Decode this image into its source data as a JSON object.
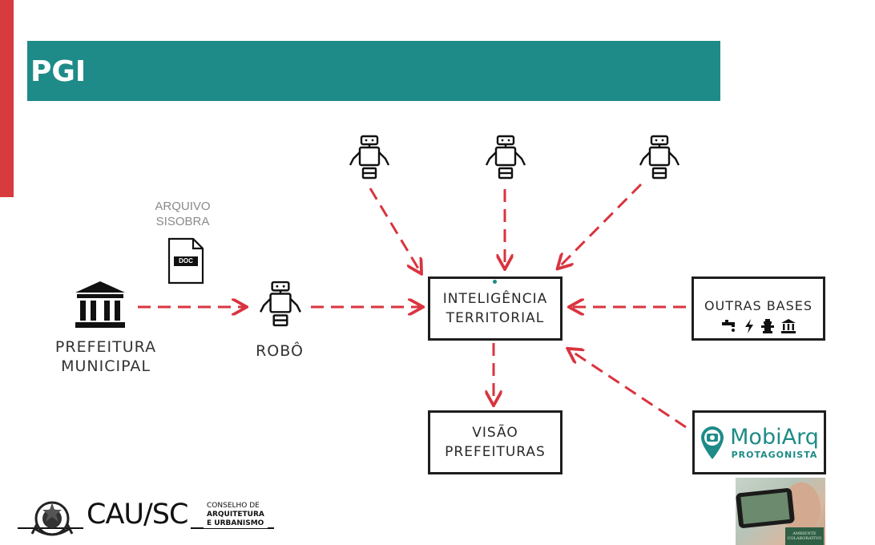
{
  "header": {
    "title": "PGI"
  },
  "file": {
    "label_line1": "ARQUIVO",
    "label_line2": "SISOBRA",
    "icon_text": "DOC"
  },
  "nodes": {
    "prefeitura": {
      "line1": "PREFEITURA",
      "line2": "MUNICIPAL"
    },
    "robo": {
      "label": "ROBÔ"
    },
    "inteligencia": {
      "line1": "INTELIGÊNCIA",
      "line2": "TERRITORIAL"
    },
    "outras": {
      "label": "OUTRAS BASES"
    },
    "visao": {
      "line1": "VISÃO",
      "line2": "PREFEITURAS"
    },
    "mobiarq": {
      "name": "MobiArq",
      "tagline": "PROTAGONISTA"
    }
  },
  "footer": {
    "cau_logo": "CAU/SC",
    "council_line1": "CONSELHO DE",
    "council_line2": "ARQUITETURA",
    "council_line3": "E URBANISMO",
    "photo_caption1": "AMBIENTE",
    "photo_caption2": "COLABORATIVO"
  },
  "colors": {
    "accent": "#1e8b88",
    "red": "#d73b3e",
    "arrow": "#d9343f"
  },
  "icons": [
    "robot-icon",
    "bank-icon",
    "doc-file-icon",
    "water-tap-icon",
    "lightning-icon",
    "fire-hydrant-icon",
    "government-building-icon",
    "camera-pin-icon"
  ]
}
